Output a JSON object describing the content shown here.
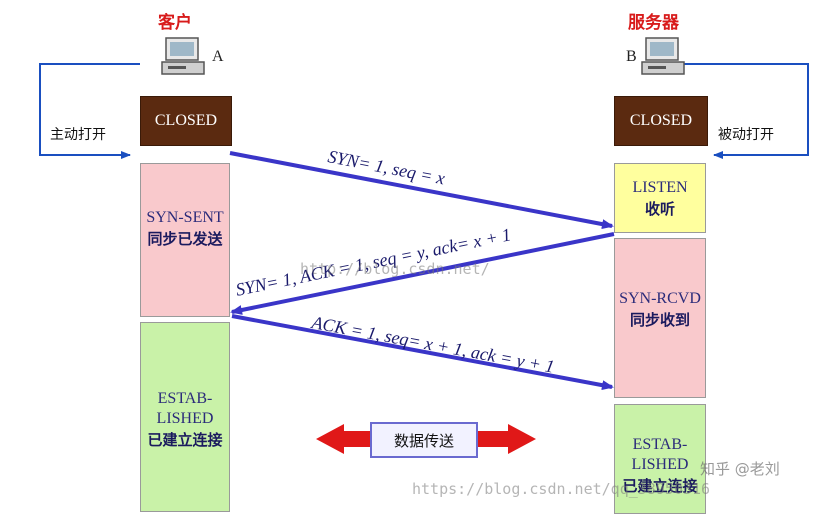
{
  "client": {
    "title": "客户",
    "host_label": "A",
    "closed": "CLOSED",
    "side_label": "主动打开",
    "syn_sent": {
      "en": "SYN-SENT",
      "cn": "同步已发送"
    },
    "estab": {
      "en": "ESTAB-LISHED",
      "cn": "已建立连接"
    }
  },
  "server": {
    "title": "服务器",
    "host_label": "B",
    "closed": "CLOSED",
    "side_label": "被动打开",
    "listen": {
      "en": "LISTEN",
      "cn": "收听"
    },
    "syn_rcvd": {
      "en": "SYN-RCVD",
      "cn": "同步收到"
    },
    "estab": {
      "en": "ESTAB-LISHED",
      "cn": "已建立连接"
    }
  },
  "messages": {
    "m1": "SYN= 1, seq = x",
    "m2": "SYN= 1, ACK = 1, seq = y, ack= x + 1",
    "m3": "ACK = 1, seq= x + 1, ack = y + 1"
  },
  "data_transfer": "数据传送",
  "watermarks": {
    "mid": "http://blog.csdn.net/",
    "bottom": "https://blog.csdn.net/qq_38950316",
    "brand": "知乎 @老刘"
  },
  "colors": {
    "client_states": "#f9c9cc",
    "listen": "#ffff9e",
    "syn_rcvd": "#f9c9cc",
    "estab": "#c9f2a8",
    "closed": "#5b2a10",
    "arrow_blue": "#3a35c8",
    "arrow_red": "#e01818"
  }
}
